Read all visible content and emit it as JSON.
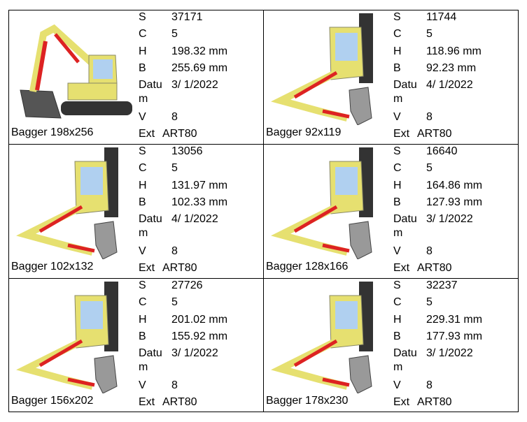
{
  "labels": {
    "s": "S",
    "c": "C",
    "h": "H",
    "b": "B",
    "datum1": "Datu",
    "datum2": "m",
    "v": "V",
    "ext": "Ext"
  },
  "designs": [
    {
      "name": "Bagger 198x256",
      "s": "37171",
      "c": "5",
      "h": "198.32 mm",
      "b": "255.69 mm",
      "date": " 3/ 1/2022",
      "v": "8",
      "ext": "ART80",
      "icon": "excavator-side"
    },
    {
      "name": "Bagger 92x119",
      "s": "11744",
      "c": "5",
      "h": "118.96 mm",
      "b": "92.23 mm",
      "date": " 4/ 1/2022",
      "v": "8",
      "ext": "ART80",
      "icon": "excavator-front"
    },
    {
      "name": "Bagger 102x132",
      "s": "13056",
      "c": "5",
      "h": "131.97 mm",
      "b": "102.33 mm",
      "date": " 4/ 1/2022",
      "v": "8",
      "ext": "ART80",
      "icon": "excavator-front"
    },
    {
      "name": "Bagger 128x166",
      "s": "16640",
      "c": "5",
      "h": "164.86 mm",
      "b": "127.93 mm",
      "date": " 3/ 1/2022",
      "v": "8",
      "ext": "ART80",
      "icon": "excavator-front"
    },
    {
      "name": "Bagger 156x202",
      "s": "27726",
      "c": "5",
      "h": "201.02 mm",
      "b": "155.92 mm",
      "date": " 3/ 1/2022",
      "v": "8",
      "ext": "ART80",
      "icon": "excavator-front"
    },
    {
      "name": "Bagger 178x230",
      "s": "32237",
      "c": "5",
      "h": "229.31 mm",
      "b": "177.93 mm",
      "date": " 3/ 1/2022",
      "v": "8",
      "ext": "ART80",
      "icon": "excavator-front"
    }
  ]
}
